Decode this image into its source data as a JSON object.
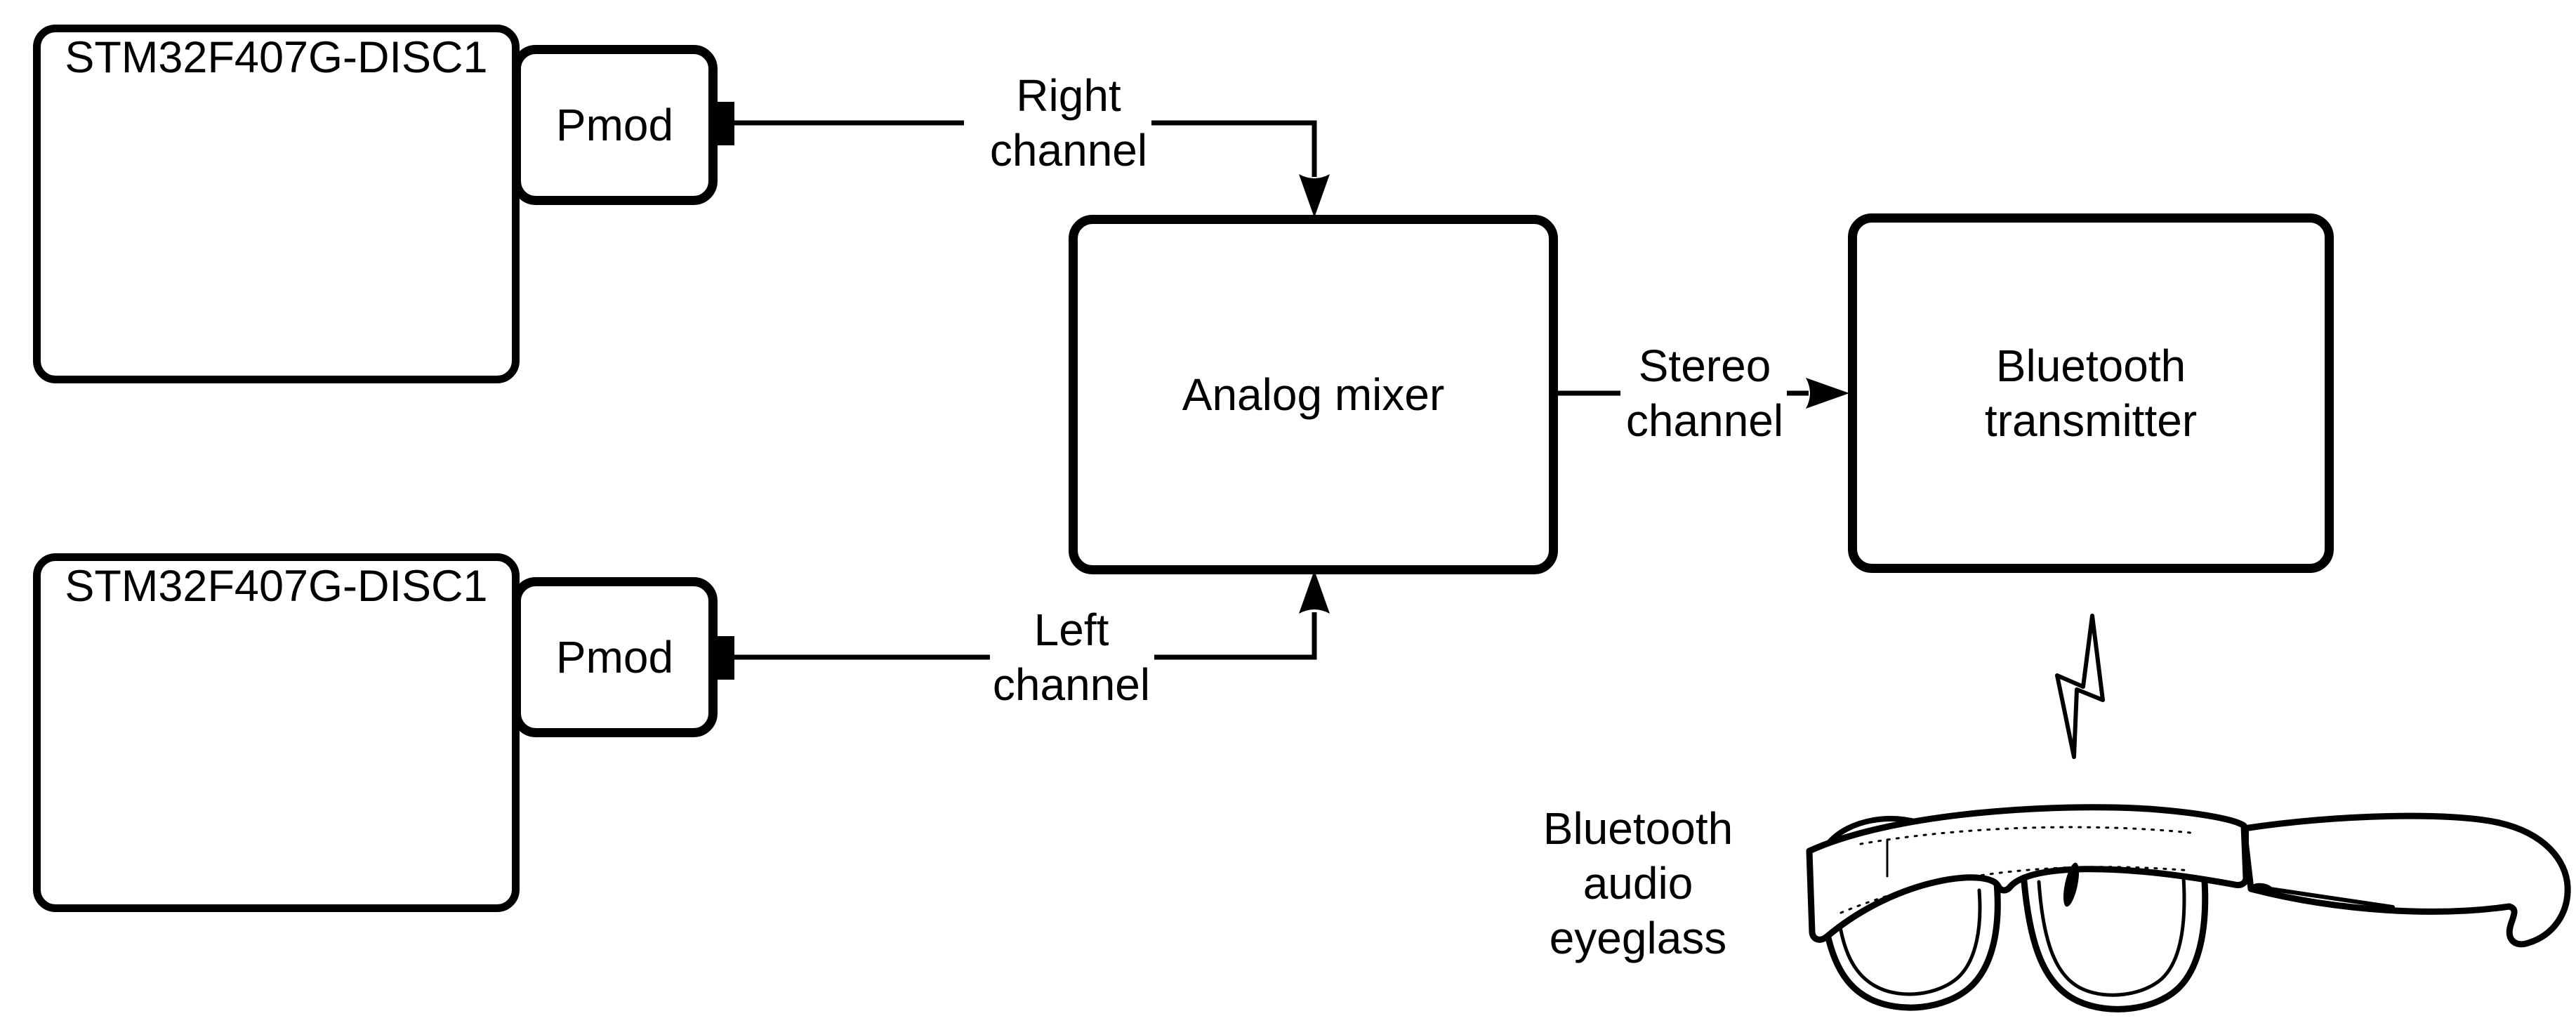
{
  "diagram": {
    "boards": [
      {
        "name": "STM32F407G-DISC1",
        "port": "Pmod"
      },
      {
        "name": "STM32F407G-DISC1",
        "port": "Pmod"
      }
    ],
    "mixer": {
      "label": "Analog mixer"
    },
    "transmitter": {
      "label_line1": "Bluetooth",
      "label_line2": "transmitter"
    },
    "connections": {
      "right": {
        "line1": "Right",
        "line2": "channel"
      },
      "left": {
        "line1": "Left",
        "line2": "channel"
      },
      "stereo": {
        "line1": "Stereo",
        "line2": "channel"
      }
    },
    "eyeglass_caption": {
      "line1": "Bluetooth",
      "line2": "audio",
      "line3": "eyeglass"
    },
    "icons": {
      "jack": "audio-jack-icon",
      "bolt": "lightning-bolt-icon",
      "glasses": "eyeglasses-illustration"
    },
    "colors": {
      "ink": "#000000",
      "background": "#ffffff"
    }
  }
}
